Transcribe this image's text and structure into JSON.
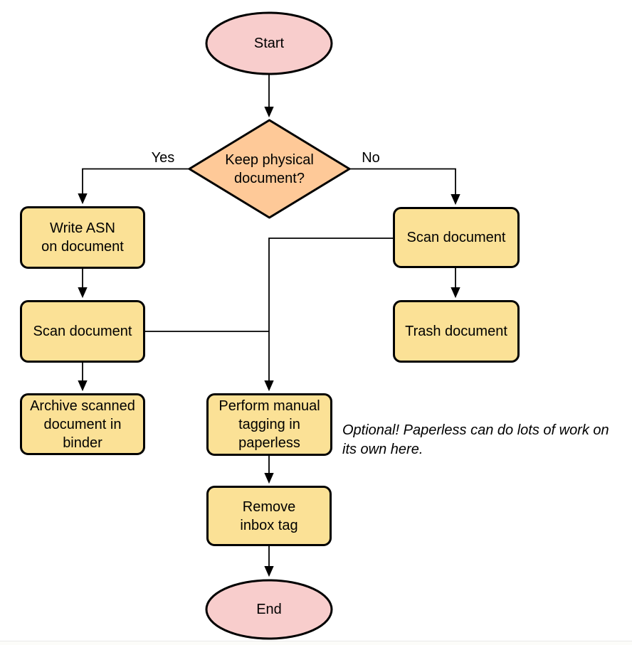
{
  "colors": {
    "pink": "#f8cdcc",
    "orange": "#fec998",
    "yellow": "#fbe196",
    "stroke": "#000000"
  },
  "nodes": {
    "start": {
      "label": "Start"
    },
    "decision": {
      "label": "Keep physical\ndocument?"
    },
    "write_asn": {
      "label": "Write ASN\non document"
    },
    "scan_left": {
      "label": "Scan document"
    },
    "archive": {
      "label": "Archive scanned\ndocument in\nbinder"
    },
    "scan_right": {
      "label": "Scan document"
    },
    "trash": {
      "label": "Trash document"
    },
    "tagging": {
      "label": "Perform manual\ntagging in\npaperless"
    },
    "remove_inbox": {
      "label": "Remove\ninbox tag"
    },
    "end": {
      "label": "End"
    }
  },
  "edge_labels": {
    "yes": "Yes",
    "no": "No"
  },
  "note": {
    "text": "Optional! Paperless can do lots of work on\nits own here."
  }
}
